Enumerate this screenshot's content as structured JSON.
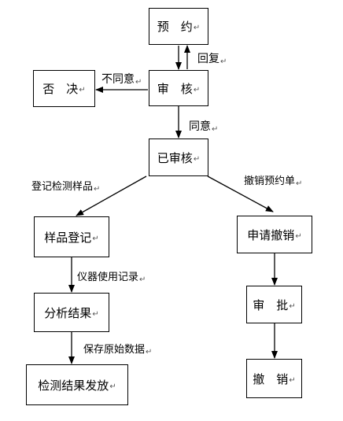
{
  "nodes": {
    "reservation": "预　约",
    "review": "审　核",
    "veto": "否　决",
    "reviewed": "已审核",
    "sample_register": "样品登记",
    "analysis_result": "分析结果",
    "test_result_release": "检测结果发放",
    "apply_cancel": "申请撤销",
    "approve": "审　批",
    "cancel": "撤　销"
  },
  "edges": {
    "reply": "回复",
    "disagree": "不同意",
    "agree": "同意",
    "register_test_samples": "登记检测样品",
    "cancel_reservation_form": "撤销预约单",
    "instrument_usage_record": "仪器使用记录",
    "save_raw_data": "保存原始数据"
  },
  "paragraph_mark": "↵"
}
